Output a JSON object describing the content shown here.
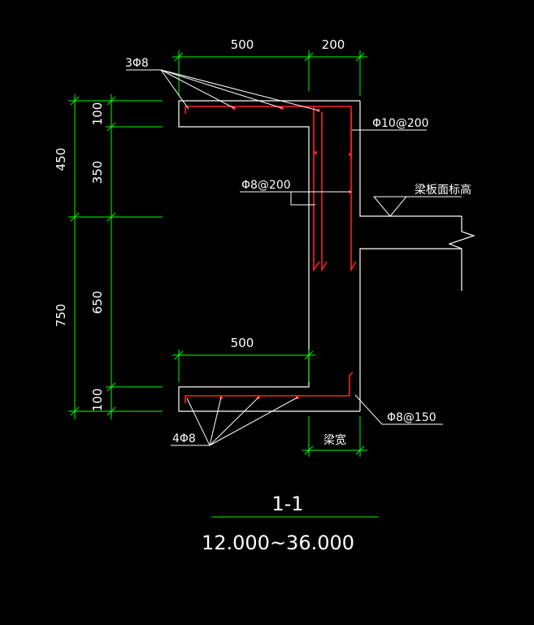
{
  "dimensions": {
    "top_left_width": "500",
    "top_right_width": "200",
    "left_total_top": "450",
    "left_total_bottom": "750",
    "segment_100_top": "100",
    "segment_350": "350",
    "segment_650": "650",
    "segment_100_bottom": "100",
    "bottom_width": "500",
    "beam_width": "梁宽"
  },
  "labels": {
    "top_bars": "3Φ8",
    "bottom_bars": "4Φ8",
    "vertical_stirrup": "Φ10@200",
    "middle_bar": "Φ8@200",
    "bottom_stirrup": "Φ8@150",
    "slab_elevation": "梁板面标高"
  },
  "title": {
    "section": "1-1",
    "range": "12.000~36.000"
  },
  "colors": {
    "background": "#000000",
    "outline": "#ffffff",
    "rebar": "#ff2020",
    "dimension": "#00ff00",
    "text": "#ffffff"
  }
}
